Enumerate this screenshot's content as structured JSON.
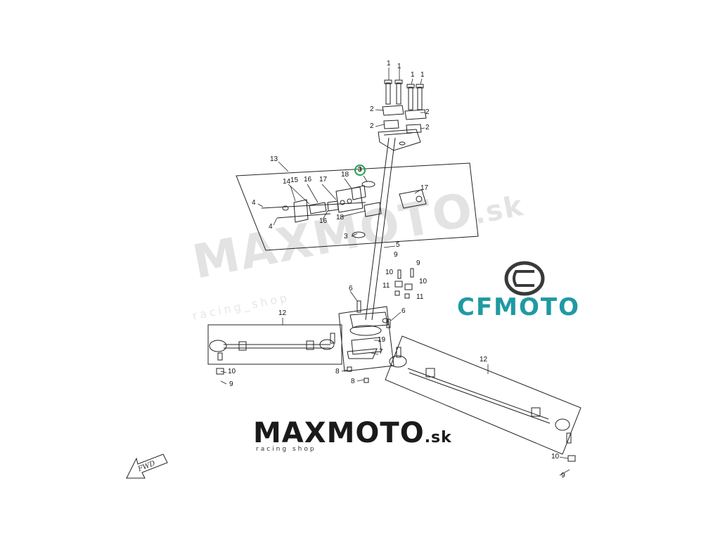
{
  "watermark": {
    "brand": "MAXMOTO",
    "domain": ".sk",
    "tagline": "racing_shop"
  },
  "logo": {
    "brand": "MAXMOTO",
    "domain": ".sk",
    "tagline": "racing shop"
  },
  "cfmoto": {
    "wordmark": "CFMOTO"
  },
  "fwd_label": "FWD",
  "callouts": [
    {
      "id": "c1a",
      "text": "1"
    },
    {
      "id": "c1b",
      "text": "1"
    },
    {
      "id": "c1c",
      "text": "1"
    },
    {
      "id": "c1d",
      "text": "1"
    },
    {
      "id": "c2a",
      "text": "2"
    },
    {
      "id": "c2b",
      "text": "2"
    },
    {
      "id": "c2c",
      "text": "2"
    },
    {
      "id": "c2d",
      "text": "2"
    },
    {
      "id": "c3a",
      "text": "3"
    },
    {
      "id": "c3b",
      "text": "3"
    },
    {
      "id": "c4a",
      "text": "4"
    },
    {
      "id": "c4b",
      "text": "4"
    },
    {
      "id": "c5",
      "text": "5"
    },
    {
      "id": "c6a",
      "text": "6"
    },
    {
      "id": "c6b",
      "text": "6"
    },
    {
      "id": "c7",
      "text": "7"
    },
    {
      "id": "c8a",
      "text": "8"
    },
    {
      "id": "c8b",
      "text": "8"
    },
    {
      "id": "c9a",
      "text": "9"
    },
    {
      "id": "c9b",
      "text": "9"
    },
    {
      "id": "c9c",
      "text": "9"
    },
    {
      "id": "c9d",
      "text": "9"
    },
    {
      "id": "c10a",
      "text": "10"
    },
    {
      "id": "c10b",
      "text": "10"
    },
    {
      "id": "c10c",
      "text": "10"
    },
    {
      "id": "c10d",
      "text": "10"
    },
    {
      "id": "c11a",
      "text": "11"
    },
    {
      "id": "c11b",
      "text": "11"
    },
    {
      "id": "c12a",
      "text": "12"
    },
    {
      "id": "c12b",
      "text": "12"
    },
    {
      "id": "c13",
      "text": "13"
    },
    {
      "id": "c14",
      "text": "14"
    },
    {
      "id": "c15",
      "text": "15"
    },
    {
      "id": "c16a",
      "text": "16"
    },
    {
      "id": "c16b",
      "text": "16"
    },
    {
      "id": "c17a",
      "text": "17"
    },
    {
      "id": "c17b",
      "text": "17"
    },
    {
      "id": "c18a",
      "text": "18"
    },
    {
      "id": "c18b",
      "text": "18"
    },
    {
      "id": "c19",
      "text": "19"
    }
  ],
  "highlight": {
    "callout": "c3a",
    "color": "#1fa34a"
  },
  "colors": {
    "line": "#222222",
    "watermark": "#e3e3e3",
    "cfmoto": "#1e9aa3",
    "logo_text": "#1a1a1a"
  },
  "icons": {
    "cfmoto_emblem": "cfmoto-emblem-icon",
    "fwd_arrow": "fwd-arrow-icon"
  }
}
